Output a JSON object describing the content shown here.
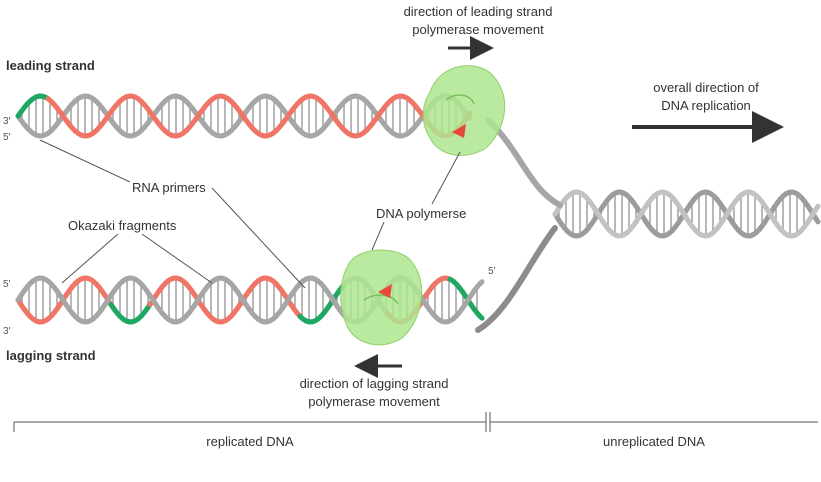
{
  "labels": {
    "leading_strand": "leading strand",
    "lagging_strand": "lagging strand",
    "leading_dir_line1": "direction of leading strand",
    "leading_dir_line2": "polymerase movement",
    "overall_dir_line1": "overall direction of",
    "overall_dir_line2": "DNA replication",
    "rna_primers": "RNA primers",
    "okazaki_fragments": "Okazaki fragments",
    "dna_polymerase": "DNA polymerse",
    "lagging_dir_line1": "direction of lagging strand",
    "lagging_dir_line2": "polymerase movement",
    "replicated_dna": "replicated DNA",
    "unreplicated_dna": "unreplicated DNA"
  },
  "strand_ends": {
    "top_3": "3'",
    "top_5": "5'",
    "bottom_5_left": "5'",
    "bottom_3_left": "3'",
    "bottom_5_right": "5'"
  },
  "colors": {
    "parent_strand": "#a6a6a6",
    "new_strand": "#f07566",
    "rna_primer": "#1fa862",
    "polymerase": "#aee58f",
    "arrow": "#333333"
  }
}
